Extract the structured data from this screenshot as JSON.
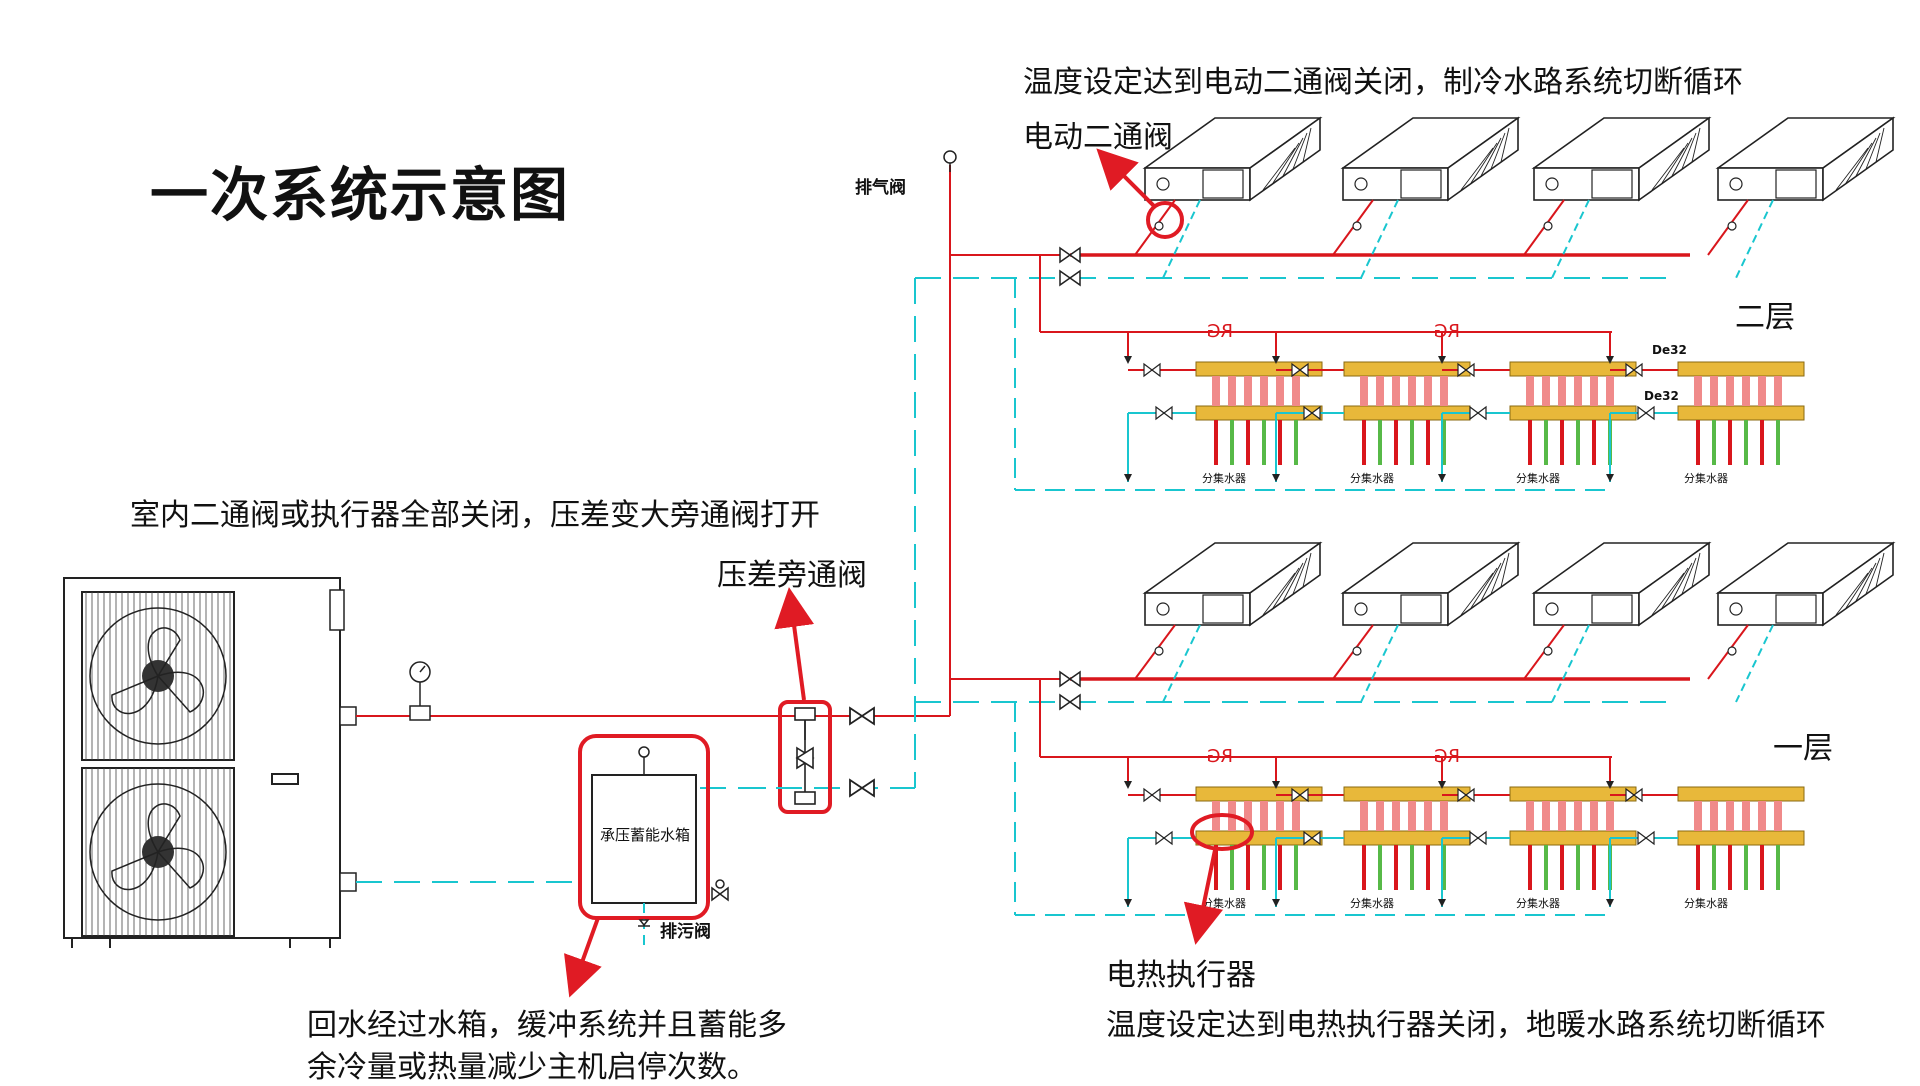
{
  "title": "一次系统示意图",
  "labels": {
    "exhaust_valve": "排气阀",
    "drain_valve": "排污阀",
    "tank": "承压蓄能水箱",
    "bypass_valve": "压差旁通阀",
    "two_way_valve": "电动二通阀",
    "actuator": "电热执行器",
    "floor_2": "二层",
    "floor_1": "一层",
    "rg": "RG",
    "de32": "De32",
    "manifold": "分集水器"
  },
  "notes": {
    "two_way_valve_note": "温度设定达到电动二通阀关闭，制冷水路系统切断循环",
    "bypass_note": "室内二通阀或执行器全部关闭，压差变大旁通阀打开",
    "tank_note_line1": "回水经过水箱，缓冲系统并且蓄能多",
    "tank_note_line2": "余冷量或热量减少主机启停次数。",
    "actuator_note": "温度设定达到电热执行器关闭，地暖水路系统切断循环"
  },
  "colors": {
    "supply": "#d9161c",
    "return": "#19c6cf",
    "highlight": "#e01b24",
    "brass": "#e8b83a",
    "loop_green": "#57b947",
    "loop_pink": "#f08a8a"
  }
}
